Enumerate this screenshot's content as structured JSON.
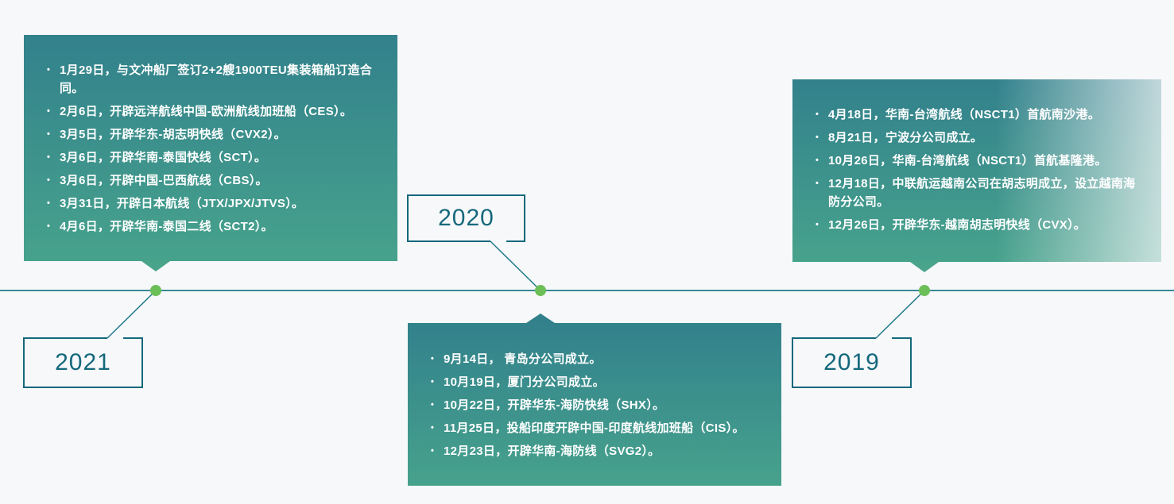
{
  "colors": {
    "background": "#f7f8f9",
    "card_gradient_top": "#32818c",
    "card_gradient_bottom": "#47a28c",
    "axis_color": "#1f7a8c",
    "dot_color": "#6cbf57",
    "year_text_color": "#14687c",
    "card_text_color": "#ffffff"
  },
  "timeline": {
    "years": [
      {
        "label": "2021",
        "events": [
          "1月29日，与文冲船厂签订2+2艘1900TEU集装箱船订造合同。",
          "2月6日，开辟远洋航线中国-欧洲航线加班船（CES）。",
          "3月5日，开辟华东-胡志明快线（CVX2）。",
          "3月6日，开辟华南-泰国快线（SCT）。",
          "3月6日，开辟中国-巴西航线（CBS）。",
          "3月31日，开辟日本航线（JTX/JPX/JTVS）。",
          "4月6日，开辟华南-泰国二线（SCT2）。"
        ]
      },
      {
        "label": "2020",
        "events": [
          "9月14日， 青岛分公司成立。",
          "10月19日，厦门分公司成立。",
          "10月22日，开辟华东-海防快线（SHX）。",
          "11月25日，投船印度开辟中国-印度航线加班船（CIS）。",
          "12月23日，开辟华南-海防线（SVG2）。"
        ]
      },
      {
        "label": "2019",
        "events": [
          "4月18日，华南-台湾航线（NSCT1）首航南沙港。",
          "8月21日，宁波分公司成立。",
          "10月26日，华南-台湾航线（NSCT1）首航基隆港。",
          "12月18日，中联航运越南公司在胡志明成立，设立越南海防分公司。",
          "12月26日，开辟华东-越南胡志明快线（CVX）。"
        ]
      }
    ]
  }
}
